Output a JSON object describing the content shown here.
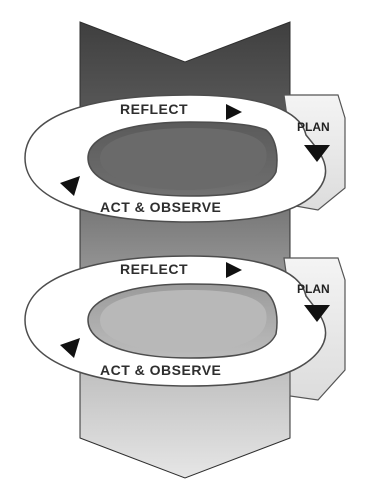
{
  "diagram": {
    "cycles": [
      {
        "reflect_label": "REFLECT",
        "plan_label": "PLAN",
        "act_observe_label": "ACT & OBSERVE"
      },
      {
        "reflect_label": "REFLECT",
        "plan_label": "PLAN",
        "act_observe_label": "ACT & OBSERVE"
      }
    ]
  },
  "colors": {
    "background": "#ffffff",
    "arrow_top": "#4a4a4a",
    "arrow_bottom": "#e2e2e2",
    "ring_fill": "#ffffff",
    "ring_stroke": "#555555",
    "center_dark": "#6a6a6a",
    "center_light": "#b8b8b8",
    "text": "#2e2e2e",
    "arrowhead": "#111111"
  }
}
